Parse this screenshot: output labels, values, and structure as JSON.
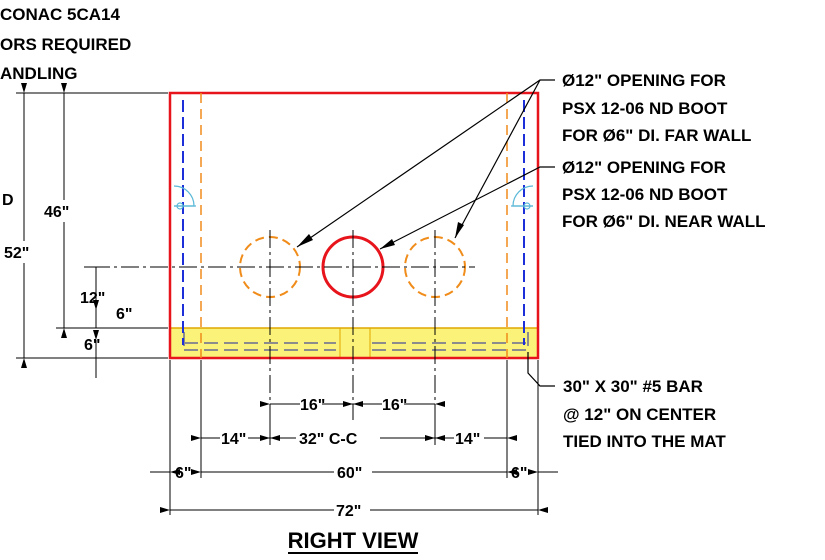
{
  "top_left_note": [
    "CONAC 5CA14",
    "ORS REQUIRED",
    "ANDLING"
  ],
  "callouts": {
    "far_wall": [
      "Ø12\" OPENING FOR",
      "PSX 12-06 ND BOOT",
      "FOR Ø6\" DI. FAR WALL"
    ],
    "near_wall": [
      "Ø12\" OPENING FOR",
      "PSX 12-06 ND BOOT",
      "FOR Ø6\" DI. NEAR WALL"
    ],
    "rebar": [
      "30\" X 30\" #5 BAR",
      "@ 12\" ON CENTER",
      "TIED INTO THE MAT"
    ]
  },
  "dimensions": {
    "d_fragment": "D",
    "h46": "46\"",
    "h52": "52\"",
    "h12": "12\"",
    "h6_left": "6\"",
    "h6_mid": "6\"",
    "w16_left": "16\"",
    "w16_right": "16\"",
    "w14_left": "14\"",
    "w32": "32\" C-C",
    "w14_right": "14\"",
    "w6_left": "6\"",
    "w60": "60\"",
    "w6_right": "6\"",
    "w72": "72\""
  },
  "view_title": "RIGHT VIEW",
  "colors": {
    "outline": "#e8141c",
    "slab_fill": "#fbf27a",
    "slab_edge": "#e0a800",
    "orange_dash": "#f08c1a",
    "blue_dash": "#1c2fd8",
    "rebar_gray": "#8c8c8c",
    "cyan_detail": "#5ab8d8"
  }
}
